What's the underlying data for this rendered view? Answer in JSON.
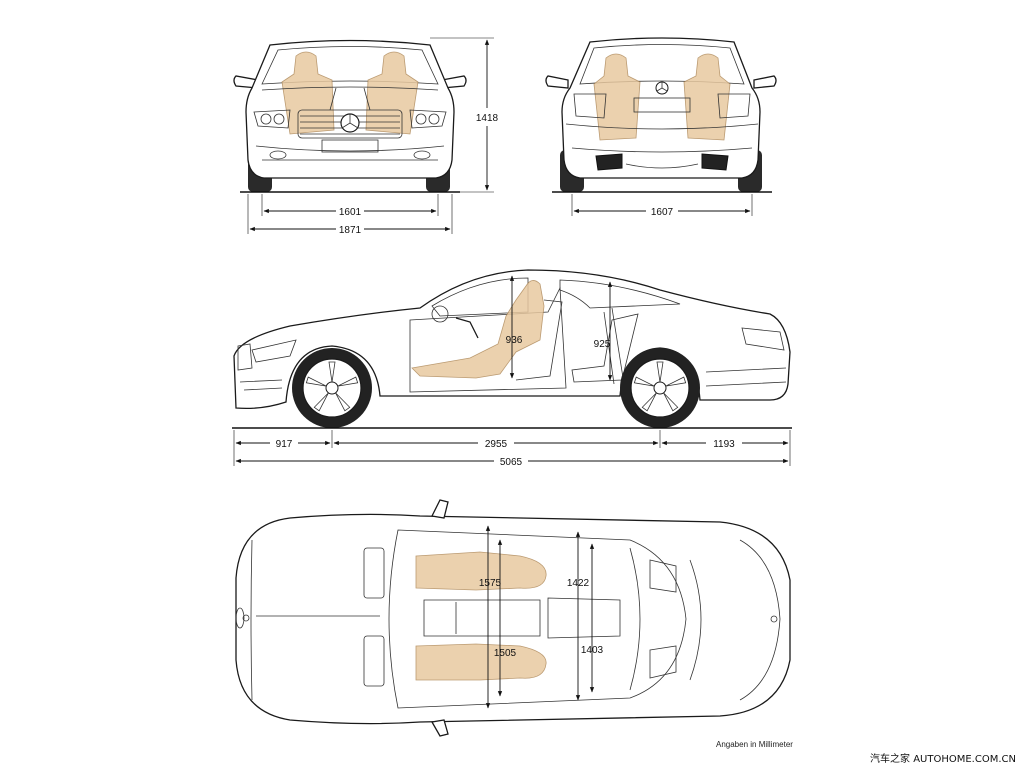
{
  "dimensions": {
    "front_track": "1601",
    "width": "1871",
    "height": "1418",
    "rear_track": "1607",
    "front_overhang": "917",
    "wheelbase": "2955",
    "rear_overhang": "1193",
    "length": "5065",
    "front_headroom": "936",
    "rear_headroom": "925",
    "front_shoulder_width": "1575",
    "rear_shoulder_width": "1422",
    "front_elbow_width": "1505",
    "rear_elbow_width": "1403"
  },
  "footnote": "Angaben in Millimeter",
  "watermark": "汽车之家  AUTOHOME.COM.CN",
  "colors": {
    "line": "#1a1a1a",
    "occupant": "#e8c9a0",
    "background": "#ffffff"
  }
}
